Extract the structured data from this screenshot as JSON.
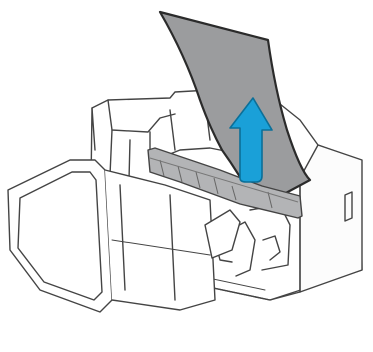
{
  "illustration": {
    "subject": "printer-paper-jam-removal",
    "icons": [
      "printer-body",
      "open-front-cover",
      "jammed-paper",
      "paper-guide",
      "pull-up-arrow"
    ],
    "colors": {
      "outline": "#444444",
      "printer_fill": "#ffffff",
      "paper_fill": "#9b9c9e",
      "paper_edge": "#2b2b2b",
      "guide_fill": "#b3b4b6",
      "arrow_fill": "#1aa0d8"
    }
  }
}
